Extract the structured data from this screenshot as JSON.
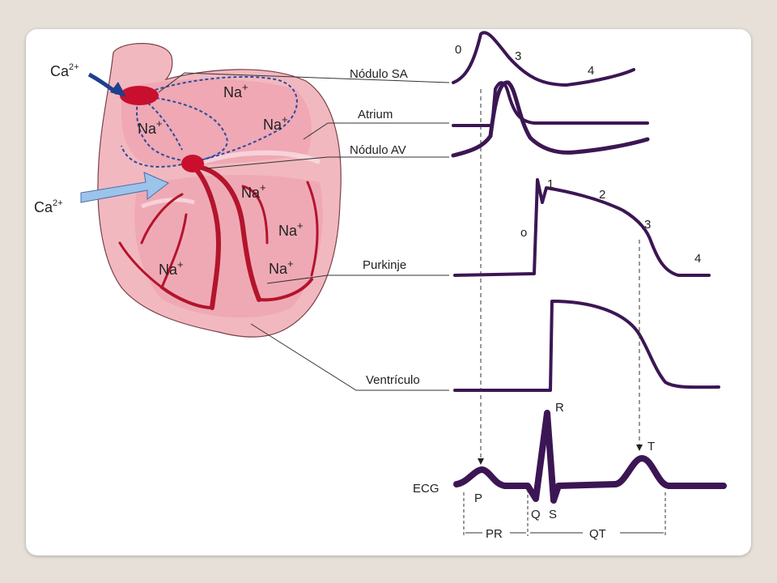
{
  "colors": {
    "page_bg": "#e6e0d8",
    "heart_fill": "#f2b8c0",
    "heart_inner": "#ec9aaa",
    "heart_outline": "#7a4048",
    "vessel": "#b3142c",
    "node": "#c8102e",
    "pathway_dash": "#2a4aa0",
    "ca_arrow_dark": "#1f3f8f",
    "ca_arrow_light": "#9cc3ea",
    "trace": "#3c1654",
    "label_text": "#222222"
  },
  "ions": {
    "calcium_base": "Ca",
    "calcium_charge": "2+",
    "sodium_base": "Na",
    "sodium_charge": "+"
  },
  "labels": {
    "sa_node": "Nódulo SA",
    "atrium": "Atrium",
    "av_node": "Nódulo AV",
    "purkinje": "Purkinje",
    "ventricle": "Ventrículo",
    "ecg": "ECG"
  },
  "phases": {
    "sa_0": "0",
    "sa_3": "3",
    "sa_4": "4",
    "purkinje_0": "o",
    "purkinje_1": "1",
    "purkinje_2": "2",
    "purkinje_3": "3",
    "purkinje_4": "4"
  },
  "ecg_waves": {
    "p": "P",
    "q": "Q",
    "r": "R",
    "s": "S",
    "t": "T"
  },
  "intervals": {
    "pr": "PR",
    "qt": "QT"
  }
}
